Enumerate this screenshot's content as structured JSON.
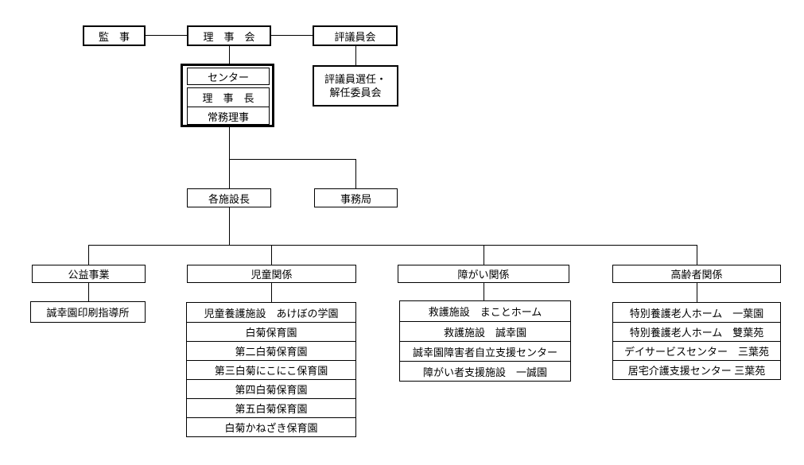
{
  "nodes": {
    "auditor": "監　事",
    "board": "理　事　会",
    "council": "評議員会",
    "center": "センター",
    "chairman": "理　事　長",
    "managing_director": "常務理事",
    "committee": {
      "line1": "評議員選任・",
      "line2": "解任委員会"
    },
    "facility_heads": "各施設長",
    "secretariat": "事務局"
  },
  "branches": [
    {
      "header": "公益事業",
      "items": [
        "誠幸園印刷指導所"
      ]
    },
    {
      "header": "児童関係",
      "items": [
        "児童養護施設　あけぼの学園",
        "白菊保育園",
        "第二白菊保育園",
        "第三白菊にこにこ保育園",
        "第四白菊保育園",
        "第五白菊保育園",
        "白菊かねざき保育園"
      ]
    },
    {
      "header": "障がい関係",
      "items": [
        "救護施設　まことホーム",
        "救護施設　誠幸園",
        "誠幸園障害者自立支援センター",
        "障がい者支援施設　一誠園"
      ]
    },
    {
      "header": "高齢者関係",
      "items": [
        "特別養護老人ホーム　一葉園",
        "特別養護老人ホーム　雙葉苑",
        "デイサービスセンター　三葉苑",
        "居宅介護支援センター 三葉苑"
      ]
    }
  ],
  "colors": {
    "line": "#000000",
    "border": "#000000",
    "background": "#ffffff"
  }
}
